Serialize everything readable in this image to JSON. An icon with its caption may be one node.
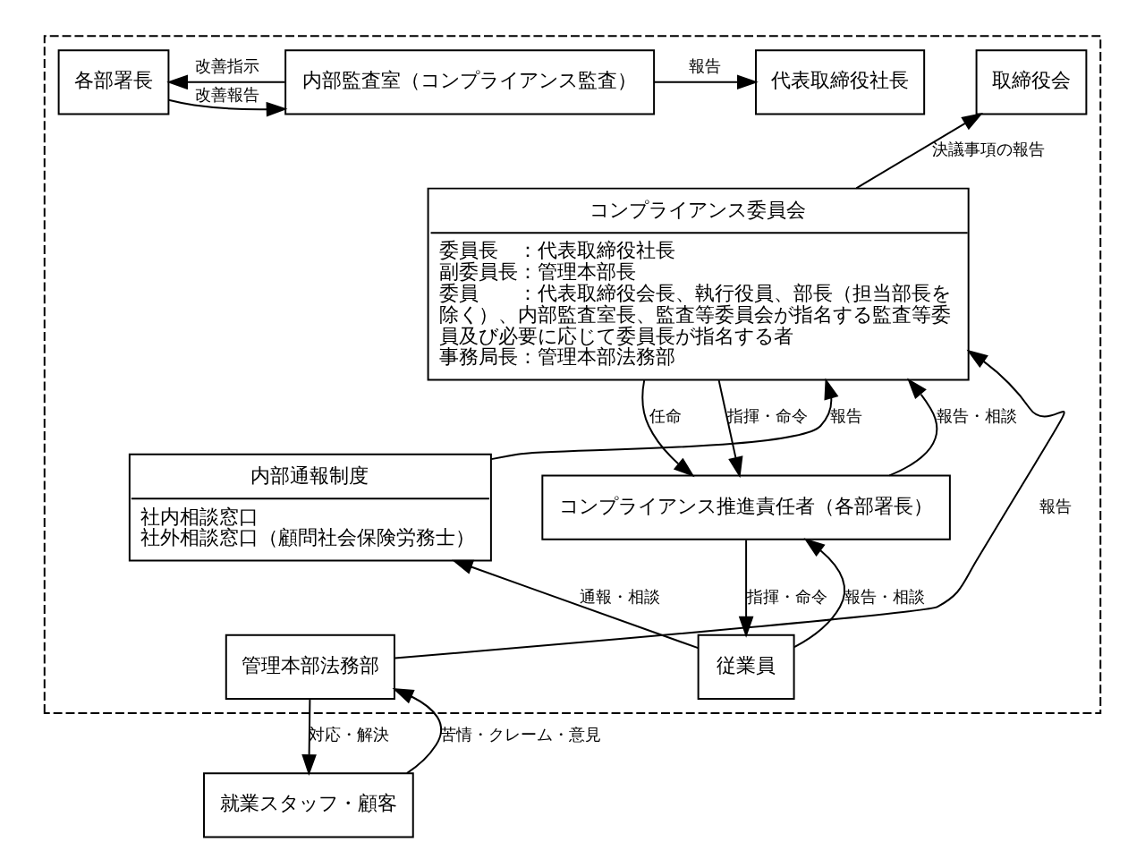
{
  "diagram": {
    "nodes": [
      {
        "text": [],
        "shape": "box"
      },
      {
        "text": [
          "取締役会"
        ],
        "in": 0
      },
      {
        "text": [
          "代表取締役社長"
        ],
        "in": 0
      },
      {
        "text": [
          "コンプライアンス委員会",
          "委員長　：代表取締役社長",
          "副委員長：管理本部長",
          "委員　　：代表取締役会長、執行役員、部長（担当部長を除く）、内部監査室長、監査等委員会が指名する監査等委員及び必要に応じて委員長が指名する者",
          "事務局長：管理本部法務部"
        ],
        "in": 0
      },
      {
        "text": [
          "内部監査室（コンプライアンス監査）"
        ],
        "in": 0
      },
      {
        "text": [
          "各部署長"
        ],
        "in": 0
      },
      {
        "text": [
          "内部通報制度",
          "社内相談窓口",
          "社外相談窓口（顧問社会保険労務士）"
        ],
        "in": 0
      },
      {
        "text": [
          "コンプライアンス推進責任者（各部署長）"
        ],
        "in": 0
      },
      {
        "text": [
          "管理本部法務部"
        ],
        "in": 0
      },
      {
        "text": [
          "従業員"
        ],
        "in": 0
      },
      {
        "text": [
          "就業スタッフ・顧客"
        ]
      }
    ],
    "edges": [
      {
        "from": 3,
        "to": 1,
        "arrow": "to",
        "label": "決議事項の報告"
      },
      {
        "from": 4,
        "to": 2,
        "arrow": "to",
        "label": "報告"
      },
      {
        "from": 4,
        "to": 5,
        "arrow": "to",
        "label": "改善指示"
      },
      {
        "from": 5,
        "to": 4,
        "arrow": "to",
        "label": "改善報告"
      },
      {
        "from": 6,
        "to": 3,
        "arrow": "to",
        "label": "報告"
      },
      {
        "from": 8,
        "to": 3,
        "arrow": "to",
        "label": "報告"
      },
      {
        "from": 3,
        "to": 7,
        "arrow": "to",
        "label": "任命"
      },
      {
        "from": 3,
        "to": 7,
        "arrow": "to",
        "label": "指揮・命令"
      },
      {
        "from": 7,
        "to": 3,
        "arrow": "to",
        "label": "報告・相談"
      },
      {
        "from": 7,
        "to": 9,
        "arrow": "to",
        "label": "指揮・命令"
      },
      {
        "from": 9,
        "to": 7,
        "arrow": "to",
        "label": "報告・相談"
      },
      {
        "from": 9,
        "to": 6,
        "arrow": "to",
        "label": "通報・相談"
      },
      {
        "from": 10,
        "to": 8,
        "arrow": "to",
        "label": "苦情・クレーム・意見"
      },
      {
        "from": 8,
        "to": 10,
        "arrow": "to",
        "label": "対応・解決"
      }
    ]
  }
}
